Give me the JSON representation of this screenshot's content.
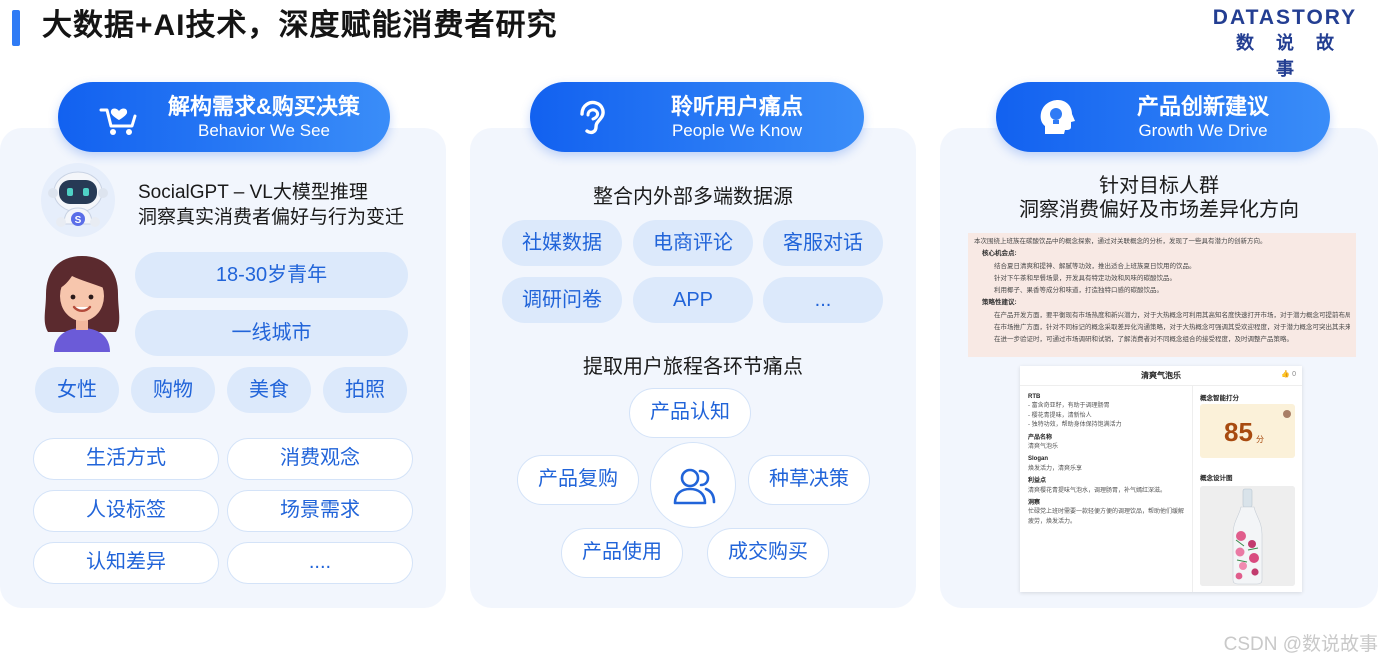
{
  "header": {
    "title": "大数据+AI技术，深度赋能消费者研究",
    "brand_en": "DATASTORY",
    "brand_cn": "数说故事"
  },
  "panel1": {
    "title_cn": "解构需求&购买决策",
    "title_en": "Behavior We See",
    "icon": "shopping-cart-heart-icon",
    "gpt_line1": "SocialGPT – VL大模型推理",
    "gpt_line2": "洞察真实消费者偏好与行为变迁",
    "chips": [
      "18-30岁青年",
      "一线城市"
    ],
    "small_tags": [
      "女性",
      "购物",
      "美食",
      "拍照"
    ],
    "outline_tags": [
      "生活方式",
      "消费观念",
      "人设标签",
      "场景需求",
      "认知差异",
      "...."
    ]
  },
  "panel2": {
    "title_cn": "聆听用户痛点",
    "title_en": "People We Know",
    "icon": "ear-icon",
    "heading1": "整合内外部多端数据源",
    "sources": [
      "社媒数据",
      "电商评论",
      "客服对话",
      "调研问卷",
      "APP",
      "..."
    ],
    "heading2": "提取用户旅程各环节痛点",
    "journey": [
      "产品认知",
      "产品复购",
      "种草决策",
      "产品使用",
      "成交购买"
    ],
    "center_icon": "users-icon"
  },
  "panel3": {
    "title_cn": "产品创新建议",
    "title_en": "Growth We Drive",
    "icon": "lightbulb-head-icon",
    "heading_line1": "针对目标人群",
    "heading_line2": "洞察消费偏好及市场差异化方向",
    "report_lines": [
      "本次围绕上班族在碳酸饮品中的概念探索，通过对关联概念的分析，发现了一些具有潜力的创新方向。",
      "核心机会点:",
      "结合夏日清爽和提神、解腻等功效，推出适合上班族夏日饮用的饮品。",
      "针对下午茶和早餐场景，开发具有特定功效和风味的碳酸饮品。",
      "利用椰子、果香等成分和味道，打造独特口感的碳酸饮品。",
      "策略性建议:",
      "在产品开发方面，要平衡现有市场热度和新兴潜力，对于大热概念可利用其高知名度快速打开市场，对于潜力概念可提前布局，进行产品创新。",
      "在市场推广方面，针对不同标记的概念采取差异化沟通策略，对于大热概念可强调其受欢迎程度，对于潜力概念可突出其未来趋势和独特性。",
      "在进一步验证时，可通过市场调研和试销，了解消费者对不同概念组合的接受程度，及时调整产品策略。"
    ],
    "card": {
      "title": "清爽气泡乐",
      "likes": "0",
      "rtb_label": "RTB",
      "rtb_lines": [
        "- 富含奇亚籽，有助于调理肠胃",
        "- 樱花青提味，清新怡人",
        "- 独特功效，帮助身体保持饱满活力"
      ],
      "name_label": "产品名称",
      "name_value": "清爽气泡乐",
      "slogan_label": "Slogan",
      "slogan_value": "焕发活力，清爽乐享",
      "benefit_label": "利益点",
      "benefit_value": "清爽樱花青提味气泡水，调理肠胃，补气嫣红深滋。",
      "insight_label": "洞察",
      "insight_lines": [
        "忙碌党上班时需要一款轻便方便的调理饮品，帮助他们缓解",
        "疲劳，焕发活力。"
      ],
      "score_label": "概念智能打分",
      "score": "85",
      "score_unit": "分",
      "design_label": "概念设计图"
    }
  },
  "watermark": "CSDN @数说故事",
  "colors": {
    "accent": "#2f7bf5",
    "brand": "#233e92",
    "chip_bg": "#dce9fb",
    "chip_text": "#2164d9",
    "panel_bg": "#f2f6fd"
  }
}
